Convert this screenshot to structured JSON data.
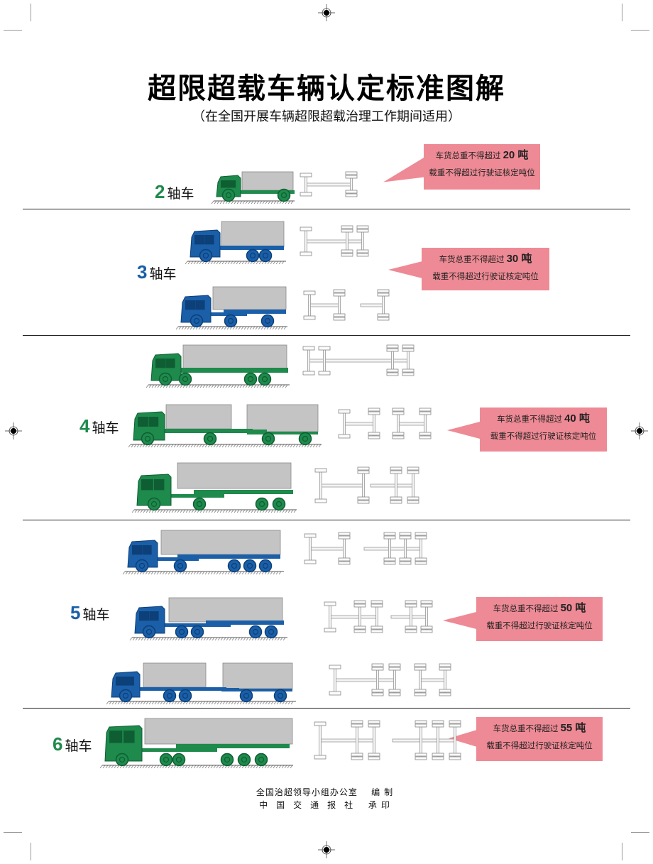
{
  "header": {
    "title": "超限超载车辆认定标准图解",
    "subtitle": "（在全国开展车辆超限超载治理工作期间适用）"
  },
  "colors": {
    "green": "#1e8a4c",
    "blue": "#1a5fa8",
    "callout_bg": "#ee8a95",
    "cargo_gray": "#c4c4c4"
  },
  "sections": [
    {
      "axles": "2",
      "label_suffix": "轴车",
      "color": "green",
      "callout": {
        "line1": "车货总重不得超过",
        "limit": "20 吨",
        "line2": "载重不得超过行驶证核定吨位"
      },
      "vehicles": [
        "2-axle truck"
      ]
    },
    {
      "axles": "3",
      "label_suffix": "轴车",
      "color": "blue",
      "callout": {
        "line1": "车货总重不得超过",
        "limit": "30 吨",
        "line2": "载重不得超过行驶证核定吨位"
      },
      "vehicles": [
        "3-axle truck",
        "2-axle tractor + 1-axle semi-trailer"
      ]
    },
    {
      "axles": "4",
      "label_suffix": "轴车",
      "color": "green",
      "callout": {
        "line1": "车货总重不得超过",
        "limit": "40 吨",
        "line2": "载重不得超过行驶证核定吨位"
      },
      "vehicles": [
        "4-axle truck",
        "2-axle truck + 2-axle full trailer",
        "2-axle tractor + 2-axle semi-trailer"
      ]
    },
    {
      "axles": "5",
      "label_suffix": "轴车",
      "color": "blue",
      "callout": {
        "line1": "车货总重不得超过",
        "limit": "50 吨",
        "line2": "载重不得超过行驶证核定吨位"
      },
      "vehicles": [
        "2-axle tractor + 3-axle semi-trailer",
        "3-axle tractor + 2-axle semi-trailer",
        "3-axle truck + 2-axle full trailer"
      ]
    },
    {
      "axles": "6",
      "label_suffix": "轴车",
      "color": "green",
      "callout": {
        "line1": "车货总重不得超过",
        "limit": "55 吨",
        "line2": "载重不得超过行驶证核定吨位"
      },
      "vehicles": [
        "3-axle tractor + 3-axle semi-trailer"
      ]
    }
  ],
  "footer": {
    "line1_org": "全国治超领导小组办公室",
    "line1_role": "编制",
    "line2_org": "中国交通报社",
    "line2_role": "承印"
  },
  "icons": {
    "registration_mark": "crosshair-target",
    "truck": "truck-side-view",
    "axle_diagram": "axle-layout-plan"
  }
}
